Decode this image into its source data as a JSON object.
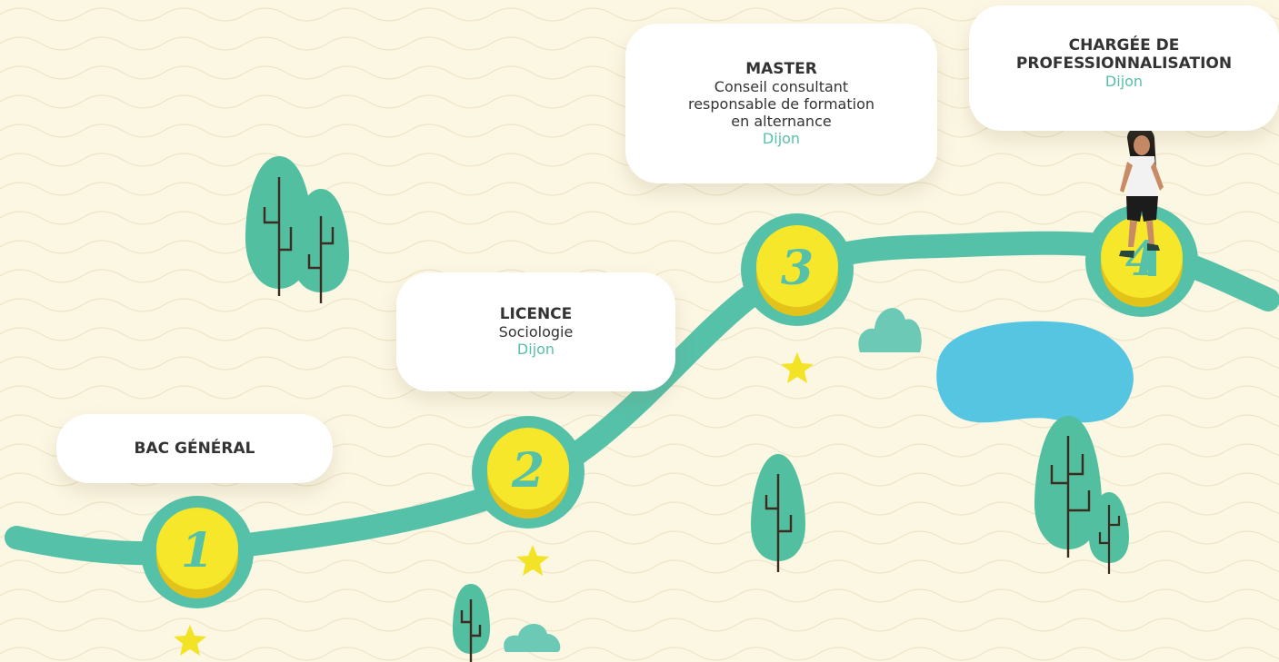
{
  "colors": {
    "background": "#fcf7e3",
    "path": "#56c1a9",
    "tree": "#52bfa1",
    "trunk": "#3d2b1f",
    "bush": "#6bc9b6",
    "badge": "#f7e72a",
    "badge_shadow": "#e3c21a",
    "star": "#f3e327",
    "lake": "#55c5e2",
    "city_text": "#56c1a9",
    "label_text": "#333333"
  },
  "steps": [
    {
      "number": "1",
      "title": "BAC GÉNÉRAL",
      "subtitle": "",
      "city": ""
    },
    {
      "number": "2",
      "title": "LICENCE",
      "subtitle": "Sociologie",
      "city": "Dijon"
    },
    {
      "number": "3",
      "title": "MASTER",
      "subtitle": "Conseil consultant\nresponsable de formation\nen alternance",
      "city": "Dijon"
    },
    {
      "number": "4",
      "title": "CHARGÉE DE\nPROFESSIONNALISATION",
      "subtitle": "",
      "city": "Dijon"
    }
  ],
  "icons": [
    "tree-icon",
    "bush-icon",
    "star-icon",
    "lake-icon",
    "person-icon"
  ]
}
